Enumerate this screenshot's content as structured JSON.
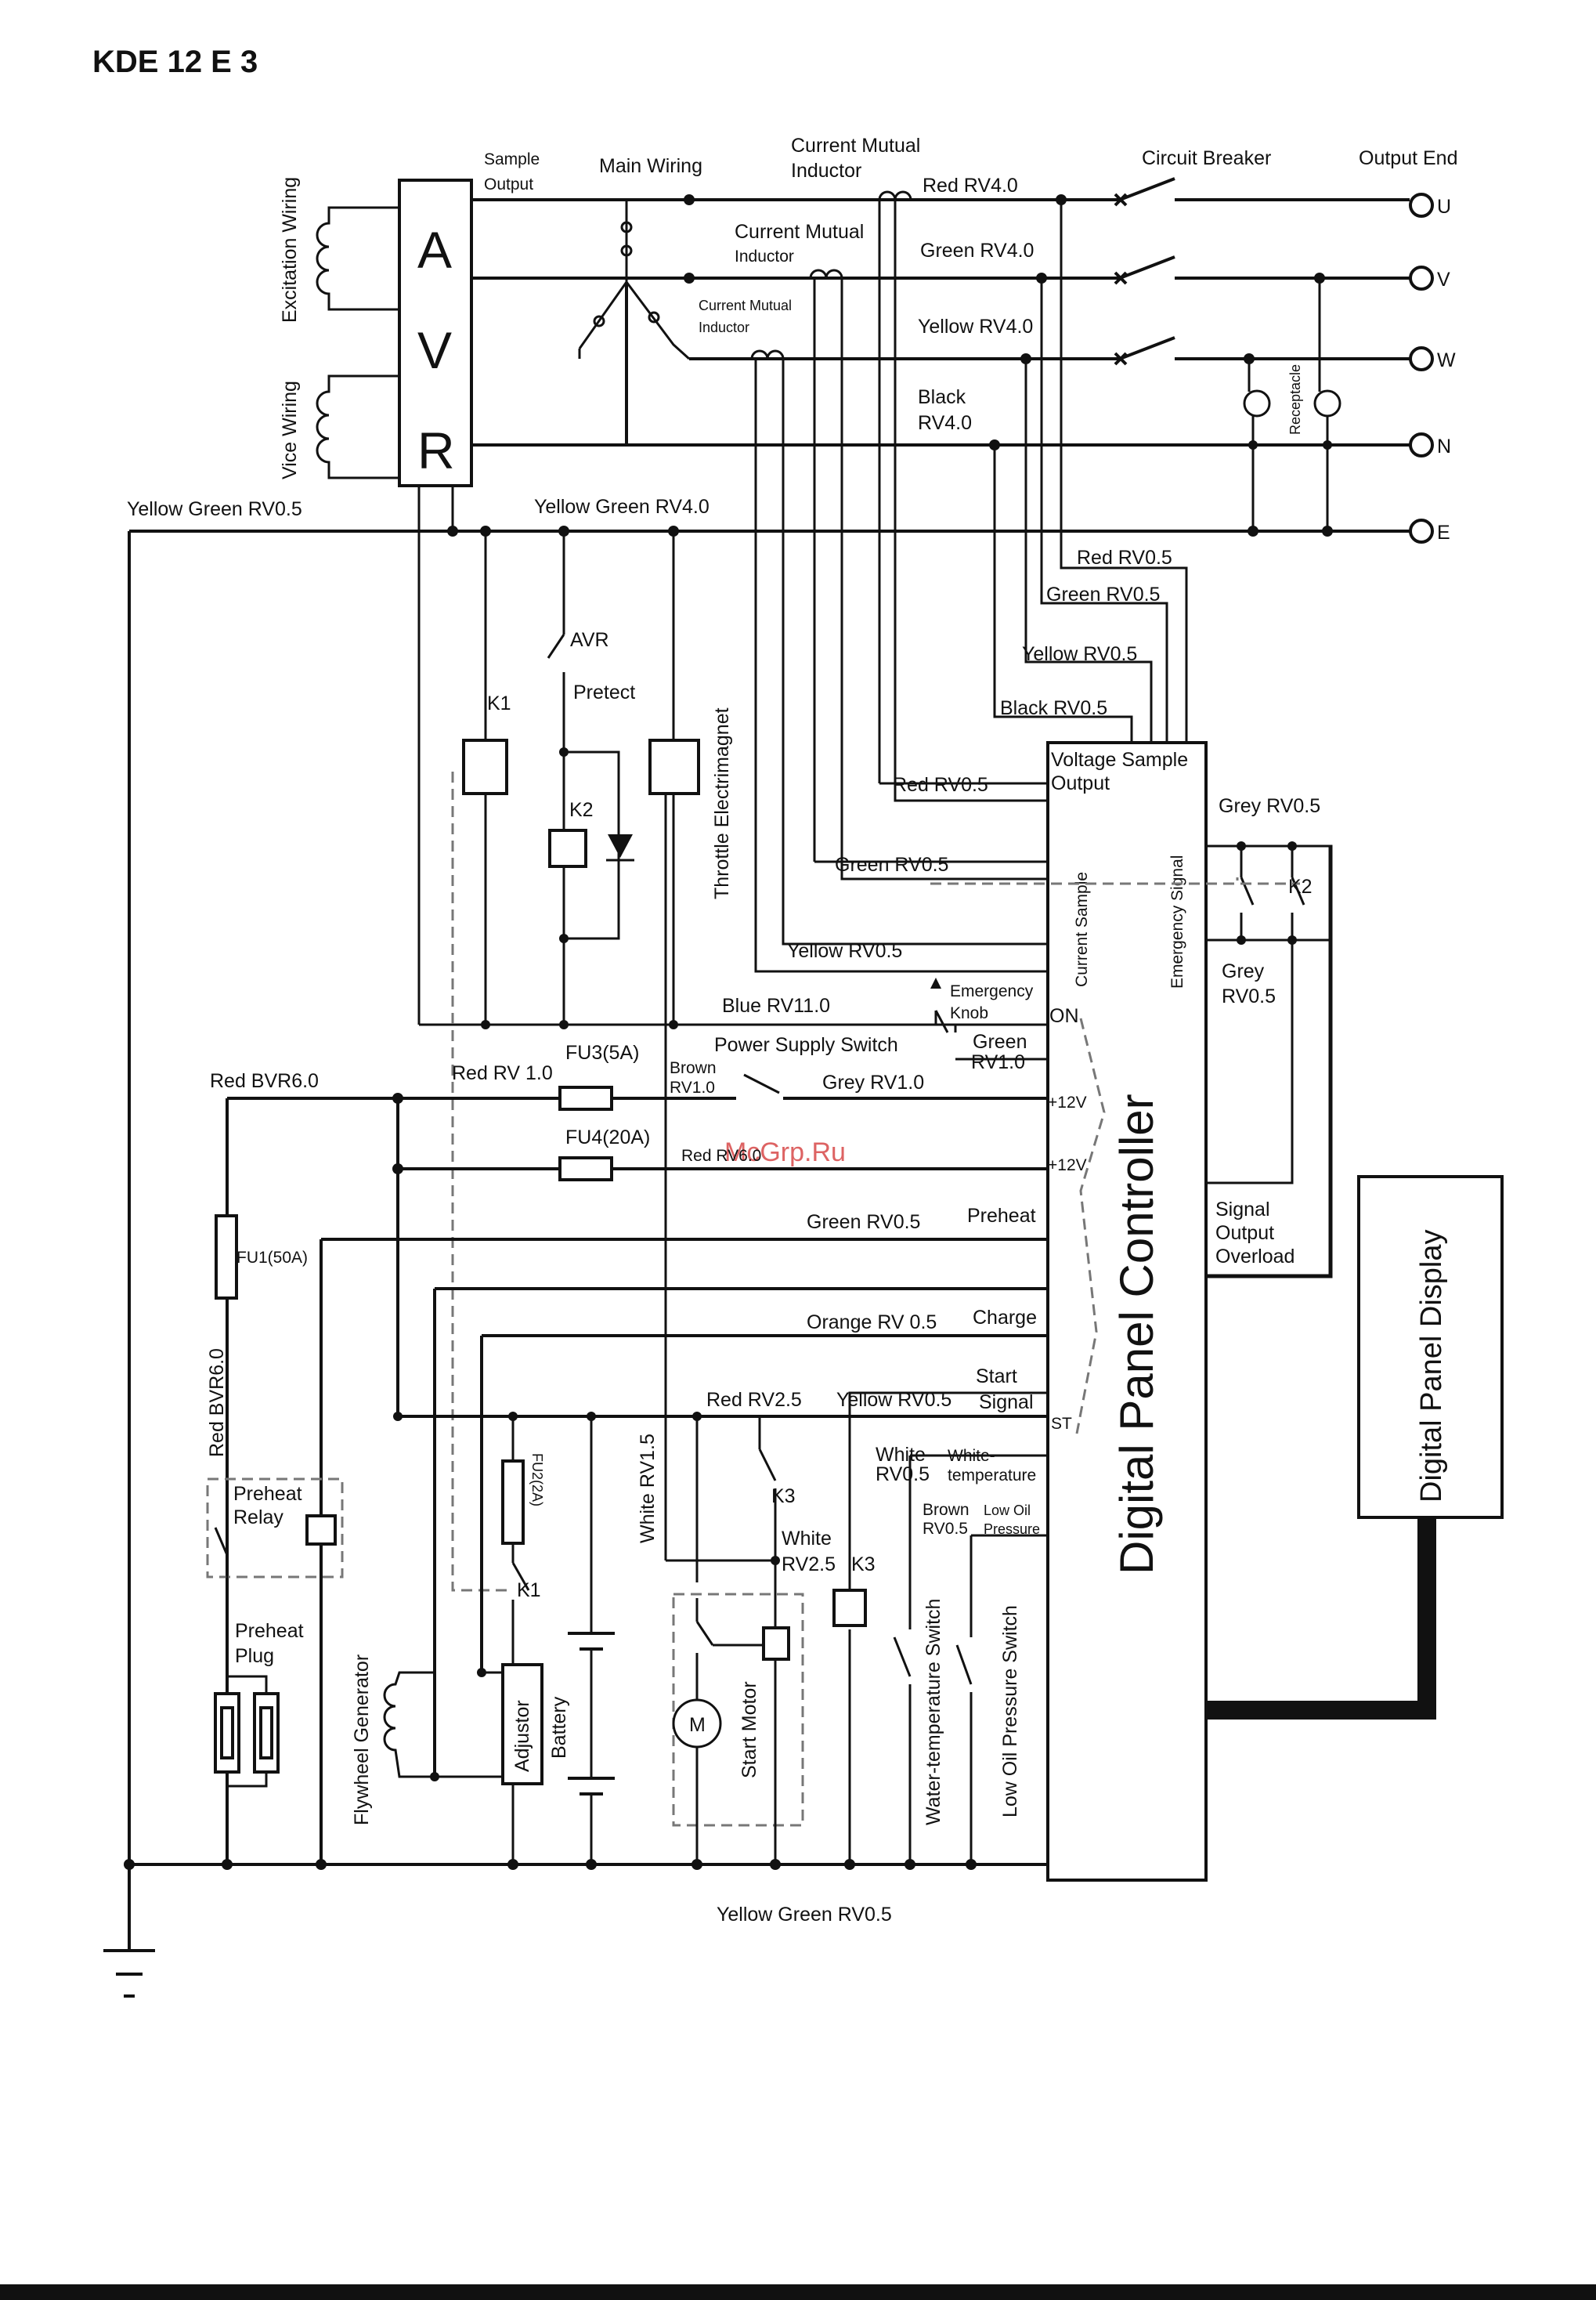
{
  "title": "KDE 12 E 3",
  "watermark": "McGrp.Ru",
  "avr": {
    "letters": [
      "A",
      "V",
      "R"
    ],
    "excitation_label": "Excitation Wiring",
    "vice_label": "Vice Wiring"
  },
  "top": {
    "sample_output": [
      "Sample",
      "Output"
    ],
    "main_wiring": "Main Wiring",
    "cmi_1": [
      "Current Mutual",
      "Inductor"
    ],
    "cmi_2": [
      "Current Mutual",
      "Inductor"
    ],
    "cmi_3": [
      "Current Mutual",
      "Inductor"
    ],
    "circuit_breaker": "Circuit Breaker",
    "output_end": "Output End",
    "red_rv40": "Red RV4.0",
    "green_rv40": "Green RV4.0",
    "yellow_rv40": "Yellow RV4.0",
    "black_rv40": [
      "Black",
      "RV4.0"
    ],
    "receptacle": "Receptacle",
    "yg_rv05_left": "Yellow Green RV0.5",
    "yg_rv40": "Yellow Green RV4.0",
    "terminals": [
      "U",
      "V",
      "W",
      "N",
      "E"
    ]
  },
  "middle": {
    "red_rv05": "Red RV0.5",
    "green_rv05": "Green RV0.5",
    "yellow_rv05": "Yellow RV0.5",
    "black_rv05": "Black RV0.5",
    "red_rv05_b": "Red RV0.5",
    "green_rv05_b": "Green RV0.5",
    "yellow_rv05_b": "Yellow RV0.5",
    "k1": "K1",
    "k2": "K2",
    "avr_protect": [
      "AVR",
      "Pretect"
    ],
    "throttle": "Throttle Electrimagnet",
    "blue_rv110": "Blue RV11.0",
    "emergency_knob": [
      "Emergency",
      "Knob"
    ],
    "power_supply_switch": "Power Supply Switch",
    "green_rv10": [
      "Green",
      "RV1.0"
    ],
    "brown_rv10": [
      "Brown",
      "RV1.0"
    ],
    "grey_rv10": "Grey RV1.0",
    "red_bvr60": "Red BVR6.0",
    "red_rv10": "Red RV 1.0",
    "fu3": "FU3(5A)",
    "fu4": "FU4(20A)",
    "red_rv60": "Red RV6.0",
    "fu1": "FU1(50A)",
    "green_rv05_pre": "Green RV0.5",
    "preheat": "Preheat",
    "orange_rv05": "Orange RV 0.5",
    "charge": "Charge",
    "red_bvr60_v": "Red BVR6.0"
  },
  "controller": {
    "voltage_sample": [
      "Voltage Sample",
      "Output"
    ],
    "current_sample": "Current Sample",
    "emergency_signal": "Emergency Signal",
    "grey_rv05_a": "Grey RV0.5",
    "k2": "K2",
    "grey_rv05_b": [
      "Grey",
      "RV0.5"
    ],
    "on": "ON",
    "v12_a": "+12V",
    "v12_b": "+12V",
    "title": "Digital Panel Controller",
    "signal_output": [
      "Signal",
      "Output",
      "Overload"
    ],
    "start_signal": [
      "Start",
      "Signal"
    ],
    "st": "ST"
  },
  "display": {
    "title": "Digital Panel Display"
  },
  "bottom": {
    "preheat_relay": [
      "Preheat",
      "Relay"
    ],
    "preheat_plug": [
      "Preheat",
      "Plug"
    ],
    "flywheel": "Flywheel Generator",
    "adjustor": "Adjustor",
    "battery": "Battery",
    "fu2": "FU2(2A)",
    "k1": "K1",
    "white_rv15": "White RV1.5",
    "red_rv25": "Red RV2.5",
    "yellow_rv05": "Yellow RV0.5",
    "k3": "K3",
    "white_rv25": [
      "White",
      "RV2.5"
    ],
    "k3_b": "K3",
    "start_motor": "Start Motor",
    "motor_m": "M",
    "white_rv05": [
      "White",
      "RV0.5"
    ],
    "white_temp": [
      "White-",
      "temperature"
    ],
    "brown_rv05": [
      "Brown",
      "RV0.5"
    ],
    "low_oil": [
      "Low Oil",
      "Pressure"
    ],
    "water_temp_switch": "Water-temperature Switch",
    "low_oil_switch": "Low Oil Pressure Switch",
    "yg_rv05_bottom": "Yellow Green RV0.5"
  }
}
